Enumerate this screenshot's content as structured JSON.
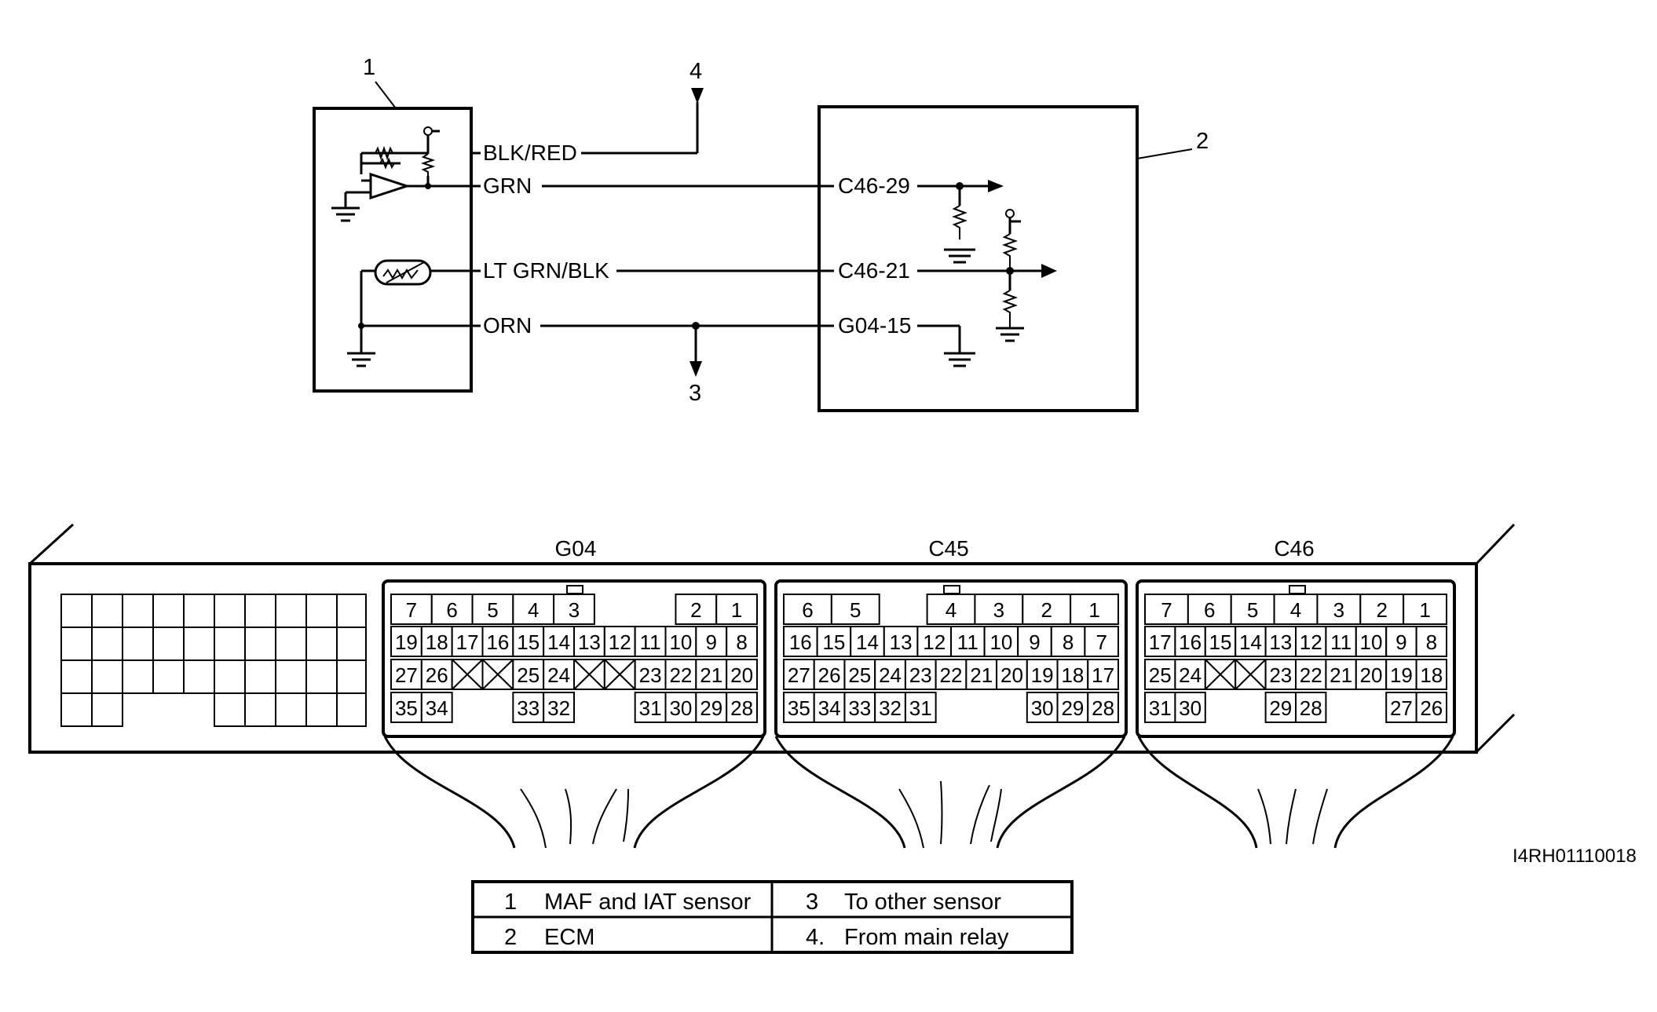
{
  "callouts": {
    "c1": "1",
    "c2": "2",
    "c3": "3",
    "c4": "4"
  },
  "wires": {
    "w1": "BLK/RED",
    "w2": "GRN",
    "w3": "LT GRN/BLK",
    "w4": "ORN"
  },
  "terminals": {
    "t1": "C46-29",
    "t2": "C46-21",
    "t3": "G04-15"
  },
  "connectors": [
    {
      "name": "G04",
      "rows": [
        [
          "7",
          "6",
          "5",
          "4",
          "3",
          "",
          "",
          "2",
          "1"
        ],
        [
          "19",
          "18",
          "17",
          "16",
          "15",
          "14",
          "13",
          "12",
          "11",
          "10",
          "9",
          "8"
        ],
        [
          "27",
          "26",
          "",
          "",
          "25",
          "24",
          "",
          "",
          "23",
          "22",
          "21",
          "20"
        ],
        [
          "35",
          "34",
          "",
          "",
          "33",
          "32",
          "",
          "",
          "31",
          "30",
          "29",
          "28"
        ]
      ]
    },
    {
      "name": "C45",
      "rows": [
        [
          "6",
          "5",
          "",
          "4",
          "3",
          "2",
          "1"
        ],
        [
          "16",
          "15",
          "14",
          "13",
          "12",
          "11",
          "10",
          "9",
          "8",
          "7"
        ],
        [
          "27",
          "26",
          "25",
          "24",
          "23",
          "22",
          "21",
          "20",
          "19",
          "18",
          "17"
        ],
        [
          "35",
          "34",
          "33",
          "32",
          "31",
          "",
          "",
          "",
          "30",
          "29",
          "28"
        ]
      ]
    },
    {
      "name": "C46",
      "rows": [
        [
          "7",
          "6",
          "5",
          "4",
          "3",
          "2",
          "1"
        ],
        [
          "17",
          "16",
          "15",
          "14",
          "13",
          "12",
          "11",
          "10",
          "9",
          "8"
        ],
        [
          "25",
          "24",
          "",
          "",
          "23",
          "22",
          "21",
          "20",
          "19",
          "18"
        ],
        [
          "31",
          "30",
          "",
          "",
          "29",
          "28",
          "",
          "",
          "27",
          "26"
        ]
      ]
    }
  ],
  "figure_code": "I4RH01110018",
  "legend": [
    {
      "num": "1",
      "text": "MAF and IAT sensor"
    },
    {
      "num": "3",
      "text": "To other sensor"
    },
    {
      "num": "2",
      "text": "ECM"
    },
    {
      "num": "4.",
      "text": "From main relay"
    }
  ]
}
